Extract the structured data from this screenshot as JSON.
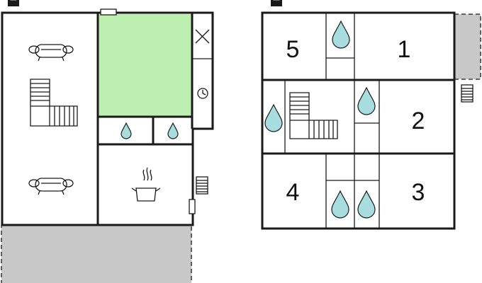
{
  "colors": {
    "wall": "#1a1a1a",
    "terrace": "#c8c8c8",
    "garden": "#bdf0b0",
    "water": "#a8dde0"
  },
  "floor_upper": {
    "room_labels": [
      "5",
      "1",
      "2",
      "3",
      "4"
    ]
  },
  "icons": {
    "compass": "north-arrow-icon",
    "sofa": "sofa-icon",
    "stairs": "stairs-icon",
    "water": "water-drop-icon",
    "cooking": "cooking-pot-icon",
    "clock": "clock-icon",
    "closet": "closet-cross-icon",
    "radiator": "radiator-icon"
  }
}
